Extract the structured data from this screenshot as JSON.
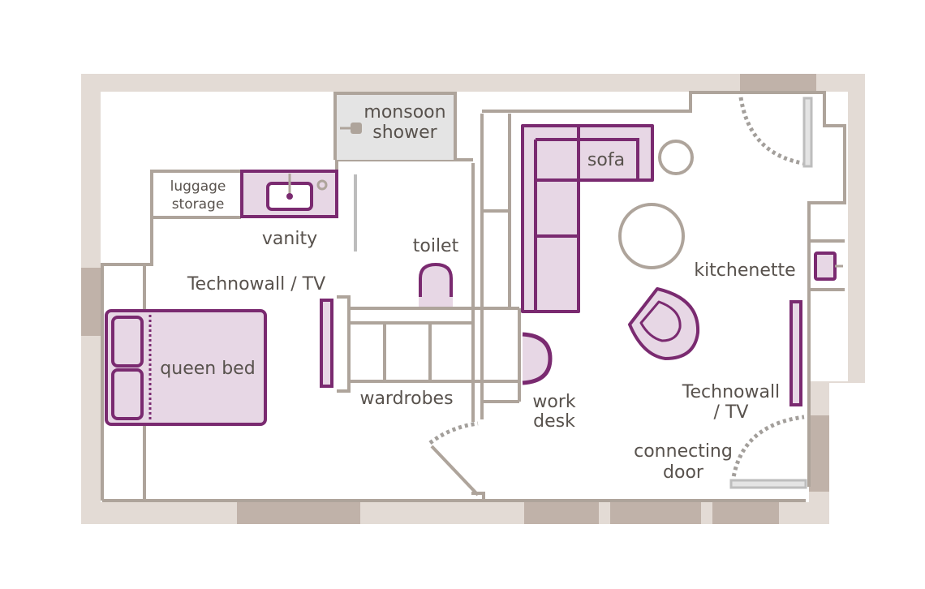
{
  "labels": {
    "monsoon_shower_1": "monsoon",
    "monsoon_shower_2": "shower",
    "sofa": "sofa",
    "luggage_storage_1": "luggage",
    "luggage_storage_2": "storage",
    "vanity": "vanity",
    "toilet": "toilet",
    "kitchenette": "kitchenette",
    "technowall_tv_left": "Technowall / TV",
    "queen_bed": "queen bed",
    "wardrobes": "wardrobes",
    "work_desk_1": "work",
    "work_desk_2": "desk",
    "technowall_tv_right_1": "Technowall",
    "technowall_tv_right_2": "/ TV",
    "connecting_door_1": "connecting",
    "connecting_door_2": "door"
  },
  "colors": {
    "outer_frame": "#e3dbd5",
    "frame_accent": "#c0b2a9",
    "wall": "#aea49b",
    "furniture_stroke": "#7a2a70",
    "furniture_fill": "#e7d7e5",
    "shower_fill": "#e4e4e4",
    "label_text": "#58524d",
    "door_arc": "#a39f9b",
    "door_leaf": "#bdbdbd"
  }
}
